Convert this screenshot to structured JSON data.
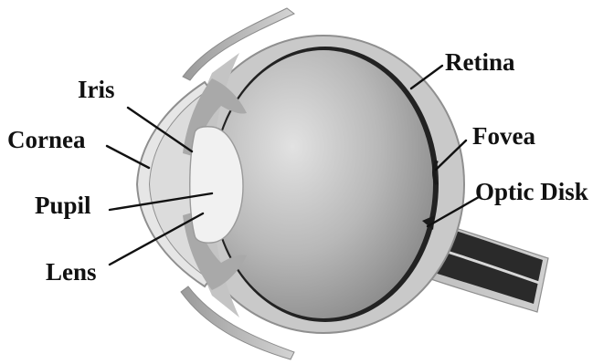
{
  "labels": {
    "iris": "Iris",
    "cornea": "Cornea",
    "pupil": "Pupil",
    "lens": "Lens",
    "retina": "Retina",
    "fovea": "Fovea",
    "optic_disk": "Optic Disk"
  },
  "colors": {
    "sclera": "#c9c9c9",
    "sclera_edge": "#8f8f8f",
    "retina": "#222222",
    "globe_light": "#e2e2e2",
    "globe_dark": "#8a8a8a",
    "lens": "#f1f1f1",
    "iris": "#a9a9a9",
    "leader": "#111111"
  }
}
